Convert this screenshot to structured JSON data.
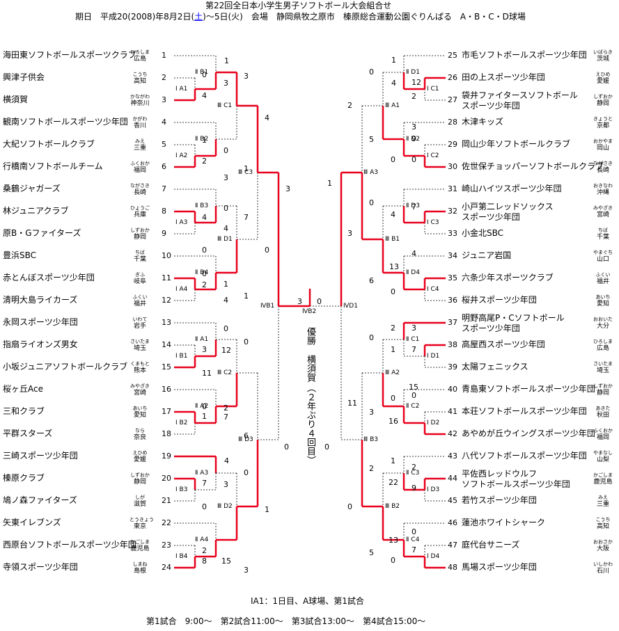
{
  "title": "第22回全日本小学生男子ソフトボール大会組合せ",
  "subtitle_before": "期日　平成20(2008)年8月2日(",
  "subtitle_sat": "土",
  "subtitle_after": ")～5日(火)　会場　静岡県牧之原市　榛原総合運動公園ぐりんぱる　A・B・C・D球場",
  "left_teams": [
    {
      "seed": "1",
      "name": "海田東ソフトボールスポーツクラブ",
      "kana": "ひろしま",
      "pref": "広島"
    },
    {
      "seed": "2",
      "name": "興津子供会",
      "kana": "こうち",
      "pref": "高知"
    },
    {
      "seed": "3",
      "name": "横須賀",
      "kana": "かながわ",
      "pref": "神奈川"
    },
    {
      "seed": "4",
      "name": "観南ソフトボールスポーツ少年団",
      "kana": "かがわ",
      "pref": "香川"
    },
    {
      "seed": "5",
      "name": "大紀ソフトボールクラブ",
      "kana": "みえ",
      "pref": "三重"
    },
    {
      "seed": "6",
      "name": "行橋南ソフトボールチーム",
      "kana": "ふくおか",
      "pref": "福岡"
    },
    {
      "seed": "7",
      "name": "桑鶴ジャガーズ",
      "kana": "ながさき",
      "pref": "長崎"
    },
    {
      "seed": "8",
      "name": "林ジュニアクラブ",
      "kana": "ひょうご",
      "pref": "兵庫"
    },
    {
      "seed": "9",
      "name": "原B・Gファイターズ",
      "kana": "しずおか",
      "pref": "静岡"
    },
    {
      "seed": "10",
      "name": "豊浜SBC",
      "kana": "ちば",
      "pref": "千葉"
    },
    {
      "seed": "11",
      "name": "赤とんぼスポーツ少年団",
      "kana": "ぎふ",
      "pref": "岐阜"
    },
    {
      "seed": "12",
      "name": "清明大島ライカーズ",
      "kana": "ふくい",
      "pref": "福井"
    },
    {
      "seed": "13",
      "name": "永岡スポーツ少年団",
      "kana": "いわて",
      "pref": "岩手"
    },
    {
      "seed": "14",
      "name": "指扇ライオンズ男女",
      "kana": "さいたま",
      "pref": "埼玉"
    },
    {
      "seed": "15",
      "name": "小坂ジュニアソフトボールクラブ",
      "kana": "くまもと",
      "pref": "熊本"
    },
    {
      "seed": "16",
      "name": "桜ヶ丘Ace",
      "kana": "みやざき",
      "pref": "宮崎"
    },
    {
      "seed": "17",
      "name": "三和クラブ",
      "kana": "あいち",
      "pref": "愛知"
    },
    {
      "seed": "18",
      "name": "平群スターズ",
      "kana": "なら",
      "pref": "奈良"
    },
    {
      "seed": "19",
      "name": "三崎スポーツ少年団",
      "kana": "えひめ",
      "pref": "愛媛"
    },
    {
      "seed": "20",
      "name": "榛原クラブ",
      "kana": "しずおか",
      "pref": "静岡"
    },
    {
      "seed": "21",
      "name": "鳩ノ森ファイターズ",
      "kana": "しが",
      "pref": "滋賀"
    },
    {
      "seed": "22",
      "name": "矢東イレブンズ",
      "kana": "とうきょう",
      "pref": "東京"
    },
    {
      "seed": "23",
      "name": "西原台ソフトボールスポーツ少年団",
      "kana": "かごしま",
      "pref": "鹿児島"
    },
    {
      "seed": "24",
      "name": "寺領スポーツ少年団",
      "kana": "しまね",
      "pref": "島根"
    }
  ],
  "right_teams": [
    {
      "seed": "25",
      "name": "市毛ソフトボールスポーツ少年団",
      "kana": "いばらき",
      "pref": "茨城"
    },
    {
      "seed": "26",
      "name": "田の上スポーツ少年団",
      "kana": "えひめ",
      "pref": "愛媛"
    },
    {
      "seed": "27",
      "name": "袋井ファイタースソフトボール",
      "name2": "スポーツ少年団",
      "kana": "しずおか",
      "pref": "静岡"
    },
    {
      "seed": "28",
      "name": "木津キッズ",
      "kana": "きょうと",
      "pref": "京都"
    },
    {
      "seed": "29",
      "name": "岡山少年ソフトボールクラブ",
      "kana": "おかやま",
      "pref": "岡山"
    },
    {
      "seed": "30",
      "name": "佐世保チョッパーソフトボールクラブ",
      "kana": "ながさき",
      "pref": "長崎"
    },
    {
      "seed": "31",
      "name": "崎山ハイツスポーツ少年団",
      "kana": "おきなわ",
      "pref": "沖縄"
    },
    {
      "seed": "32",
      "name": "小戸第二レッドソックス",
      "name2": "スポーツ少年団",
      "kana": "みやざき",
      "pref": "宮崎"
    },
    {
      "seed": "33",
      "name": "小金北SBC",
      "kana": "ちば",
      "pref": "千葉"
    },
    {
      "seed": "34",
      "name": "ジュニア岩国",
      "kana": "やまぐち",
      "pref": "山口"
    },
    {
      "seed": "35",
      "name": "六条少年スポーツクラブ",
      "kana": "ふくい",
      "pref": "福井"
    },
    {
      "seed": "36",
      "name": "桜井スポーツ少年団",
      "kana": "あいち",
      "pref": "愛知"
    },
    {
      "seed": "37",
      "name": "明野高尾P・Cソフトボール",
      "name2": "スポーツ少年団",
      "kana": "おおいた",
      "pref": "大分"
    },
    {
      "seed": "38",
      "name": "高屋西スポーツ少年団",
      "kana": "ひろしま",
      "pref": "広島"
    },
    {
      "seed": "39",
      "name": "太陽フェニックス",
      "kana": "さいたま",
      "pref": "埼玉"
    },
    {
      "seed": "40",
      "name": "青島東ソフトボールスポーツ少年団",
      "kana": "しずおか",
      "pref": "静岡"
    },
    {
      "seed": "41",
      "name": "本荘ソフトボールスポーツ少年団",
      "kana": "あきた",
      "pref": "秋田"
    },
    {
      "seed": "42",
      "name": "あやめが丘ウイングスポーツ少年団",
      "kana": "ふくおか",
      "pref": "福岡"
    },
    {
      "seed": "43",
      "name": "八代ソフトボールスポーツ少年団",
      "kana": "やまなし",
      "pref": "山梨"
    },
    {
      "seed": "44",
      "name": "平佐西レッドウルフ",
      "name2": "ソフトボールスポーツ少年団",
      "kana": "かごしま",
      "pref": "鹿児島"
    },
    {
      "seed": "45",
      "name": "若竹スポーツ少年団",
      "kana": "みえ",
      "pref": "三重"
    },
    {
      "seed": "46",
      "name": "蓮池ホワイトシャーク",
      "kana": "こうち",
      "pref": "高知"
    },
    {
      "seed": "47",
      "name": "庭代台サニーズ",
      "kana": "おおさか",
      "pref": "大阪"
    },
    {
      "seed": "48",
      "name": "馬場スポーツ少年団",
      "kana": "いしかわ",
      "pref": "石川"
    }
  ],
  "game_labels": {
    "L_IB1": "Ⅱ B1",
    "L_IA1": "Ⅰ A1",
    "L_IIIC1": "Ⅲ C1",
    "L_IA2": "Ⅰ A2",
    "L_IIB2": "Ⅱ B2",
    "L_IIIC3": "Ⅲ C3",
    "L_IIB3": "Ⅱ B3",
    "L_IA3": "Ⅰ A3",
    "L_IIID1": "Ⅲ D1",
    "L_IA4": "Ⅰ A4",
    "L_IIB4": "Ⅱ B4",
    "L_IIA1": "Ⅱ A1",
    "L_IB1b": "Ⅰ B1",
    "L_IIIC2": "Ⅲ C2",
    "L_IB2": "Ⅰ B2",
    "L_IIA2": "Ⅱ A2",
    "L_IIID3": "Ⅲ D3",
    "L_IIA3": "Ⅱ A3",
    "L_IB3": "Ⅰ B3",
    "L_IIID2": "Ⅲ D2",
    "L_IB4": "Ⅰ B4",
    "L_IIA4": "Ⅱ A4",
    "R_IID1": "Ⅱ D1",
    "R_IC1": "Ⅰ C1",
    "R_IIIA1": "Ⅲ A1",
    "R_IC2": "Ⅰ C2",
    "R_IID2": "Ⅱ D2",
    "R_IIIA3": "Ⅲ A3",
    "R_IID3": "Ⅱ D3",
    "R_IC3": "Ⅰ C3",
    "R_IIIB1": "Ⅲ B1",
    "R_IC4": "Ⅰ C4",
    "R_IID4": "Ⅱ D4",
    "R_IIC1": "Ⅱ C1",
    "R_ID1": "Ⅰ D1",
    "R_IIIA2": "Ⅲ A2",
    "R_ID2": "Ⅰ D2",
    "R_IIC2": "Ⅱ C2",
    "R_IIIB3": "Ⅲ B3",
    "R_IIC3": "Ⅱ C3",
    "R_ID3": "Ⅰ D3",
    "R_IIIB2": "Ⅲ B2",
    "R_ID4": "Ⅰ D4",
    "R_IIC4": "Ⅱ C4",
    "IVB1": "ⅣB1",
    "IVB2": "ⅣB2",
    "IVD1": "ⅣD1"
  },
  "scores": {
    "s1": "1",
    "s2": "0",
    "s3": "4",
    "s4": "3",
    "s5": "3",
    "s6": "4",
    "s7": "1",
    "s8": "2",
    "s9": "0",
    "s10": "3",
    "s11": "1",
    "s12": "3",
    "s13": "0",
    "s14": "4",
    "s15": "4",
    "s16": "0",
    "s17": "7",
    "s18": "0",
    "s19": "0",
    "s20": "2",
    "s21": "1",
    "s22": "4",
    "s23": "1",
    "s24": "0",
    "s25": "3",
    "s26": "11",
    "s27": "12",
    "s28": "0",
    "s29": "0",
    "s30": "1",
    "s31": "2",
    "s32": "7",
    "s33": "6",
    "s34": "4",
    "s35": "7",
    "s36": "3",
    "s37": "0",
    "s38": "0",
    "s39": "2",
    "s40": "8",
    "s41": "15",
    "s42": "3",
    "s43": "1",
    "s44": "0",
    "s45": "0",
    "r1": "1",
    "r2": "4",
    "r3": "12",
    "r4": "2",
    "r5": "0",
    "r6": "3",
    "r7": "9",
    "r8": "0",
    "r9": "2",
    "r10": "5",
    "r11": "0",
    "r12": "4",
    "r13": "7",
    "r14": "1",
    "r15": "0",
    "r16": "4",
    "r17": "13",
    "r18": "0",
    "r19": "3",
    "r20": "6",
    "r21": "1",
    "r22": "3",
    "r23": "2",
    "r24": "1",
    "r25": "7",
    "r26": "0",
    "r27": "0",
    "r28": "15",
    "r29": "0",
    "r30": "16",
    "r31": "11",
    "r32": "3",
    "r33": "1",
    "r34": "22",
    "r35": "9",
    "r36": "2",
    "r37": "2",
    "r38": "13",
    "r39": "0",
    "r40": "7",
    "r41": "0",
    "r42": "5",
    "r43": "0",
    "final_l": "3",
    "final_r": "0"
  },
  "winner": {
    "label": "優勝",
    "name": "横須賀",
    "note": "（２年ぶり４回目）"
  },
  "legend": "ⅠA1：1日目、A球場、第1試合",
  "schedule": "第1試合　9:00～　第2試合11:00～　第3試合13:00～　第4試合15:00～",
  "colors": {
    "winner_line": "#e8001c",
    "sat": "#0000ff"
  }
}
